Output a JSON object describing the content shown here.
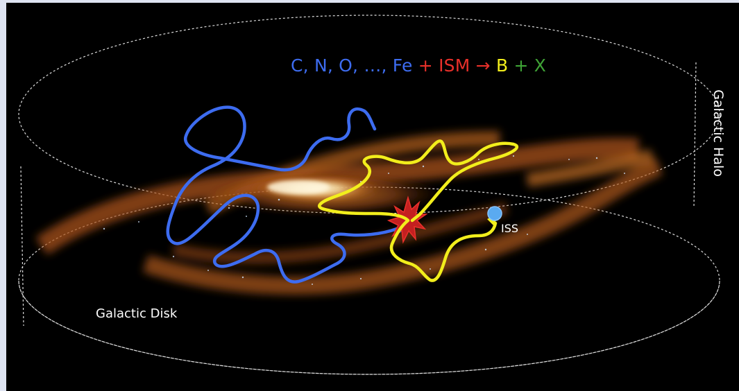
{
  "equation": {
    "reactants": "C, N, O, …, Fe",
    "plus1": " + ",
    "ism": "ISM",
    "arrow": " → ",
    "product_b": "B",
    "plus2": " + ",
    "product_x": "X"
  },
  "labels": {
    "halo": "Galactic Halo",
    "disk": "Galactic Disk",
    "iss": "ISS"
  },
  "colors": {
    "background": "#000000",
    "primary_path": "#3d6cf0",
    "secondary_path": "#f2ee1c",
    "ism": "#e8302a",
    "product_b": "#f2ee1c",
    "product_x": "#3fa336",
    "iss_marker": "#5aaaf0",
    "boundary": "#dcdcdc"
  }
}
